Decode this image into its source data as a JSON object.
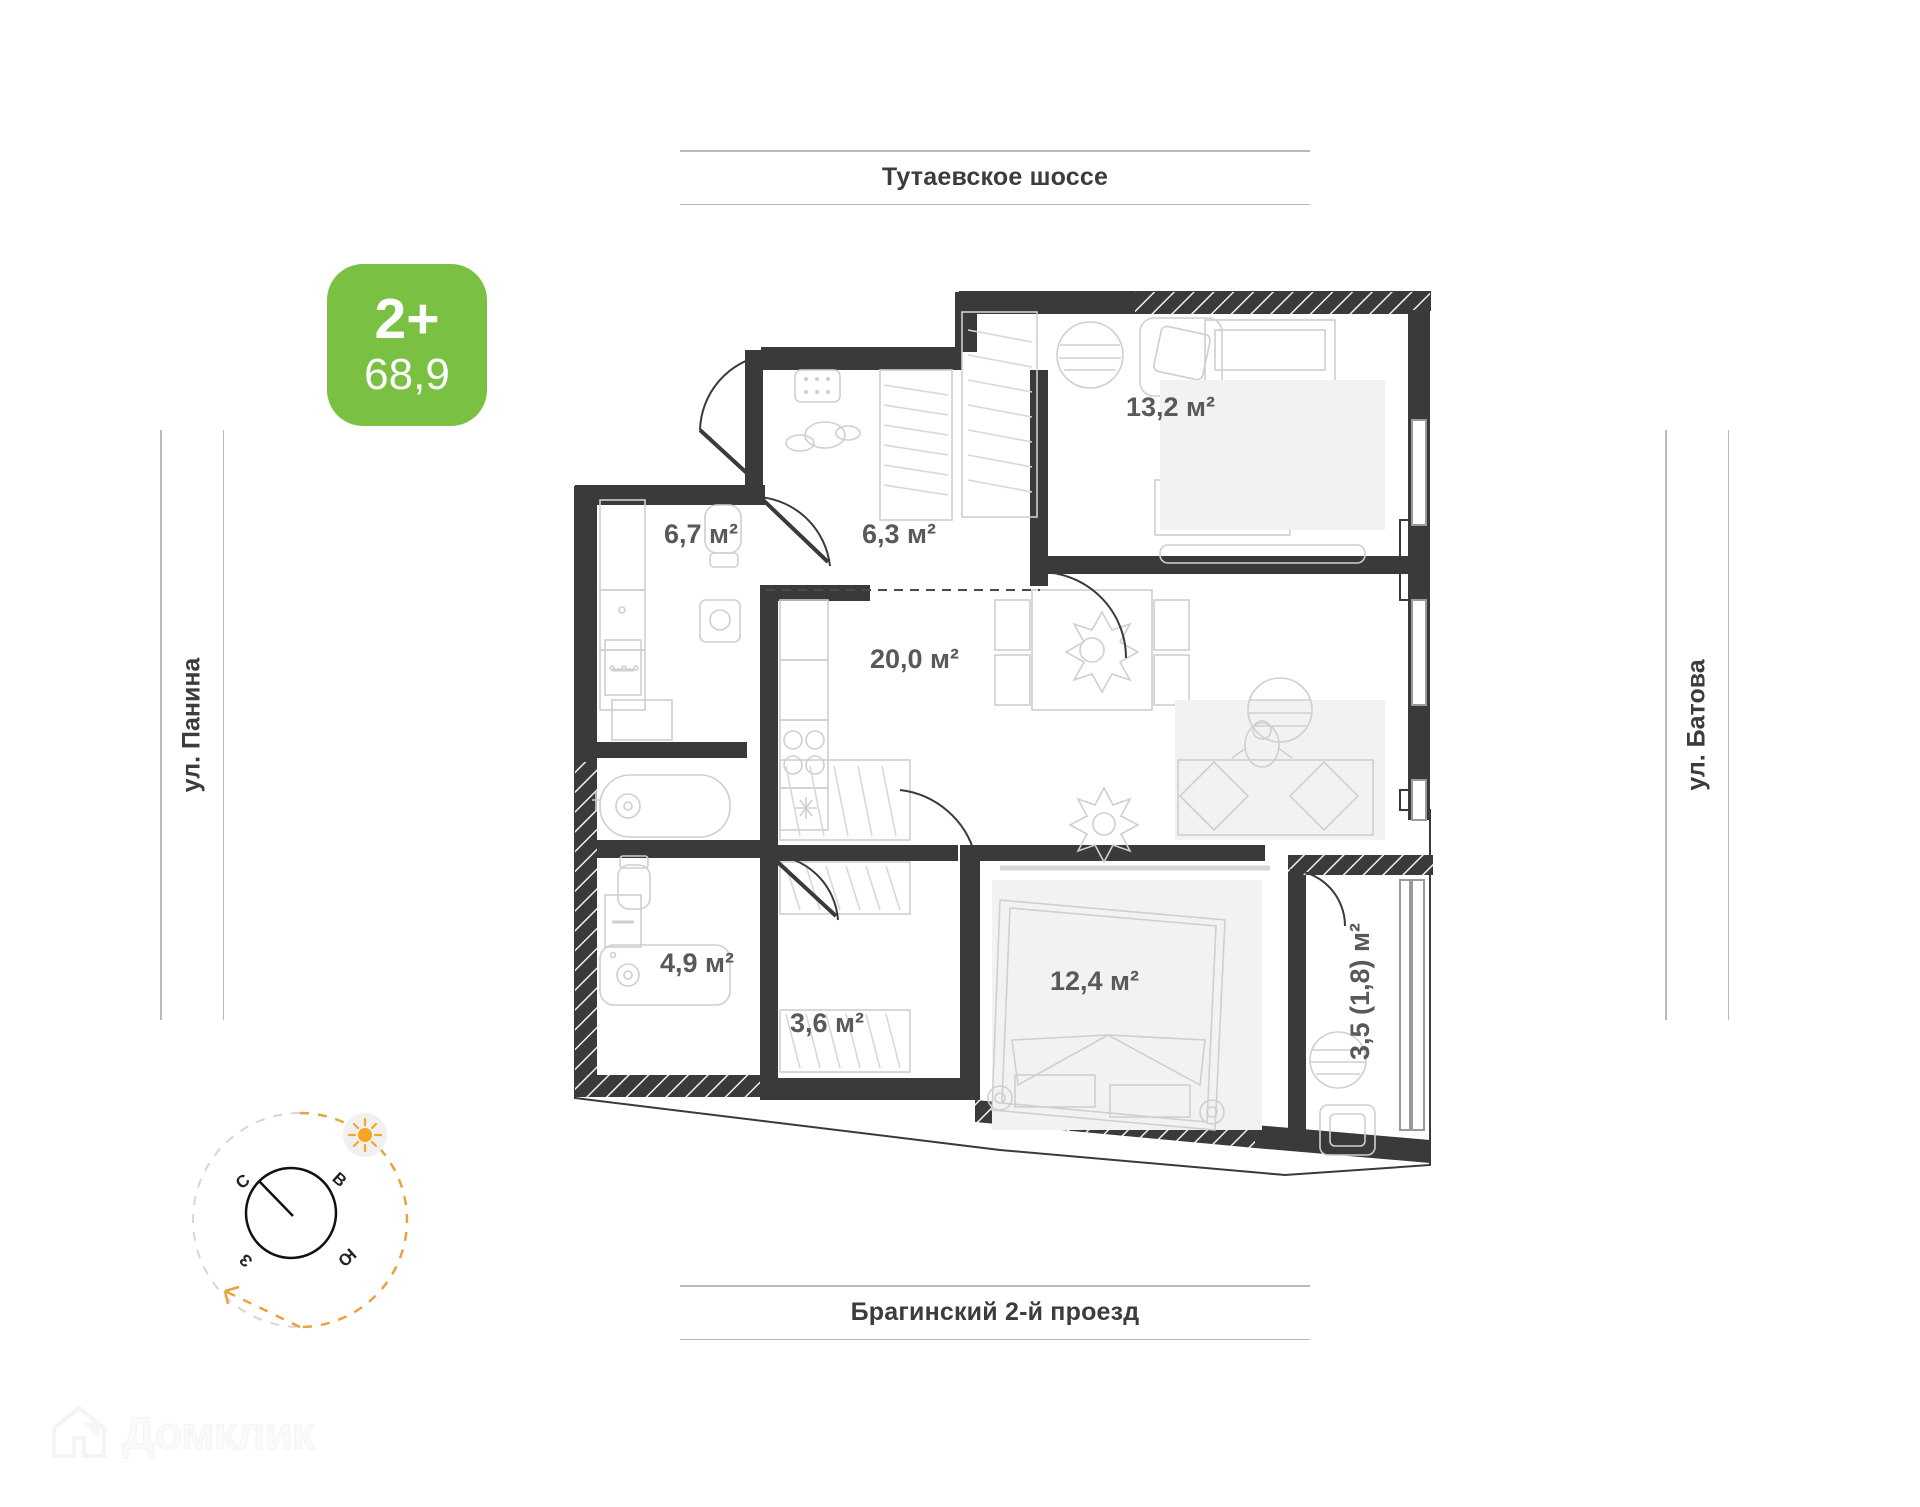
{
  "badge": {
    "rooms": "2+",
    "area": "68,9"
  },
  "streets": {
    "top": "Тутаевское шоссе",
    "bottom": "Брагинский 2-й проезд",
    "left": "ул. Панина",
    "right": "ул. Батова"
  },
  "rooms": [
    {
      "id": "hall-wardrobe",
      "label": "6,7 м²"
    },
    {
      "id": "entry-hall",
      "label": "6,3 м²"
    },
    {
      "id": "bedroom-top",
      "label": "13,2 м²"
    },
    {
      "id": "living-kitchen",
      "label": "20,0 м²"
    },
    {
      "id": "bathroom",
      "label": "4,9 м²"
    },
    {
      "id": "corridor",
      "label": "3,6 м²"
    },
    {
      "id": "bedroom-bottom",
      "label": "12,4 м²"
    },
    {
      "id": "balcony",
      "label": "3,5 (1,8) м²"
    }
  ],
  "compass": {
    "north": "С",
    "east": "В",
    "south": "Ю",
    "west": "З",
    "sun": "sun-icon"
  },
  "watermark": {
    "text": "Домклик",
    "logo": "domclick-house-logo"
  },
  "colors": {
    "badge_green": "#7ac143",
    "wall_dark": "#3a3a3c",
    "label_gray": "#59595b",
    "street_gray": "#b9b9b9",
    "sun_orange": "#f5a623"
  }
}
